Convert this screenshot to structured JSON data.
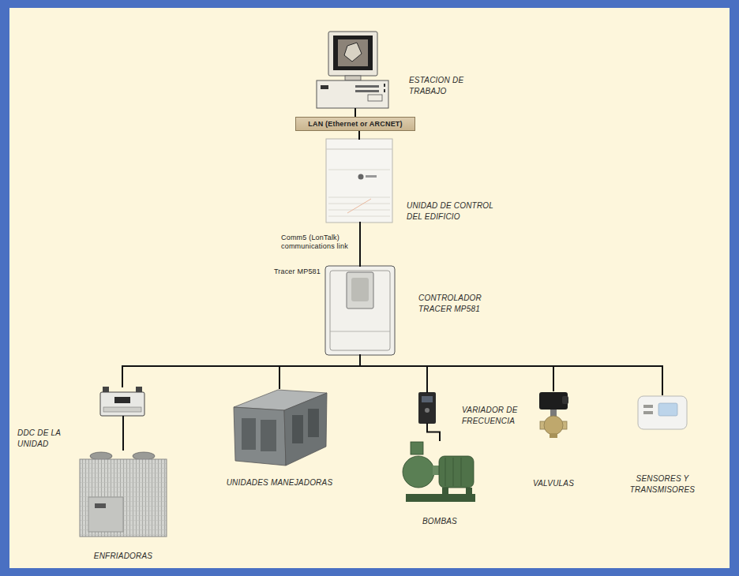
{
  "diagram": {
    "nodes": [
      {
        "text": [
          "ESTACION DE TRABAJO"
        ]
      },
      {
        "text": [
          "LAN (Ethernet or ARCNET)"
        ]
      },
      {
        "text": [
          "UNIDAD DE CONTROL DEL EDIFICIO"
        ]
      },
      {
        "text": [
          "Tracer MP581",
          "CONTROLADOR TRACER MP581"
        ]
      },
      {
        "text": [
          "DDC DE LA UNIDAD"
        ]
      },
      {
        "text": [
          "ENFRIADORAS"
        ]
      },
      {
        "text": [
          "UNIDADES MANEJADORAS"
        ]
      },
      {
        "text": [
          "VARIADOR DE FRECUENCIA"
        ]
      },
      {
        "text": [
          "BOMBAS"
        ]
      },
      {
        "text": [
          "VALVULAS"
        ]
      },
      {
        "text": [
          "SENSORES Y TRANSMISORES"
        ]
      }
    ],
    "edges": [
      {
        "from": 0,
        "to": 1,
        "arrow": "none"
      },
      {
        "from": 1,
        "to": 2,
        "arrow": "none"
      },
      {
        "from": 2,
        "to": 3,
        "label": "Comm5 (LonTalk) communications link",
        "arrow": "none"
      },
      {
        "from": 3,
        "to": 4,
        "arrow": "none"
      },
      {
        "from": 3,
        "to": 6,
        "arrow": "none"
      },
      {
        "from": 3,
        "to": 7,
        "arrow": "none"
      },
      {
        "from": 3,
        "to": 9,
        "arrow": "none"
      },
      {
        "from": 3,
        "to": 10,
        "arrow": "none"
      },
      {
        "from": 4,
        "to": 5,
        "arrow": "none"
      },
      {
        "from": 7,
        "to": 8,
        "arrow": "none"
      }
    ]
  }
}
